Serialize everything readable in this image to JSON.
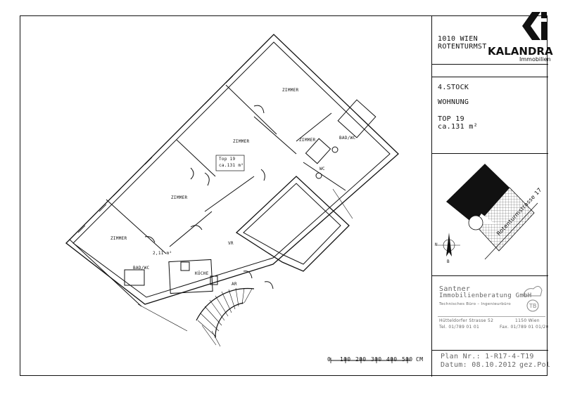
{
  "header": {
    "address_line1": "1010 WIEN",
    "address_line2": "ROTENTURMST",
    "brand_name": "KALANDRA",
    "brand_sub": "Immobilien"
  },
  "info": {
    "floor": "4.STOCK",
    "type": "WOHNUNG",
    "unit": "TOP 19",
    "area": "ca.131 m²"
  },
  "location": {
    "street_label": "Rotenturmstrasse 17",
    "compass_n": "N",
    "compass_b": "B"
  },
  "office": {
    "name_line1": "Santner",
    "name_line2": "Immobilienberatung GmbH",
    "subtitle": "Technisches Büro – Ingenieurbüro",
    "address": "Hütteldorfer Strasse 52",
    "city": "1150 Wien",
    "phone": "Tel. 01/789 01 01",
    "fax": "Fax. 01/789 01 01/20"
  },
  "plan_meta": {
    "plan_nr": "Plan Nr.: 1-R17-4-T19",
    "datum": "Datum: 08.10.2012",
    "author": "gez.Pol"
  },
  "scale": {
    "ticks": [
      "0",
      "100",
      "200",
      "300",
      "400",
      "500"
    ],
    "unit": "CM"
  },
  "rooms": {
    "zimmer_1": "ZIMMER",
    "zimmer_2": "ZIMMER",
    "zimmer_3": "ZIMMER",
    "zimmer_4": "ZIMMER",
    "bad_1": "BAD/WC",
    "bad_2": "BAD/WC",
    "wc": "WC",
    "kueche": "KÜCHE",
    "vr": "VR",
    "ar": "AR",
    "top_label": "Top 19",
    "top_area": "ca.131 m²",
    "small_area": "2,11 m²"
  }
}
